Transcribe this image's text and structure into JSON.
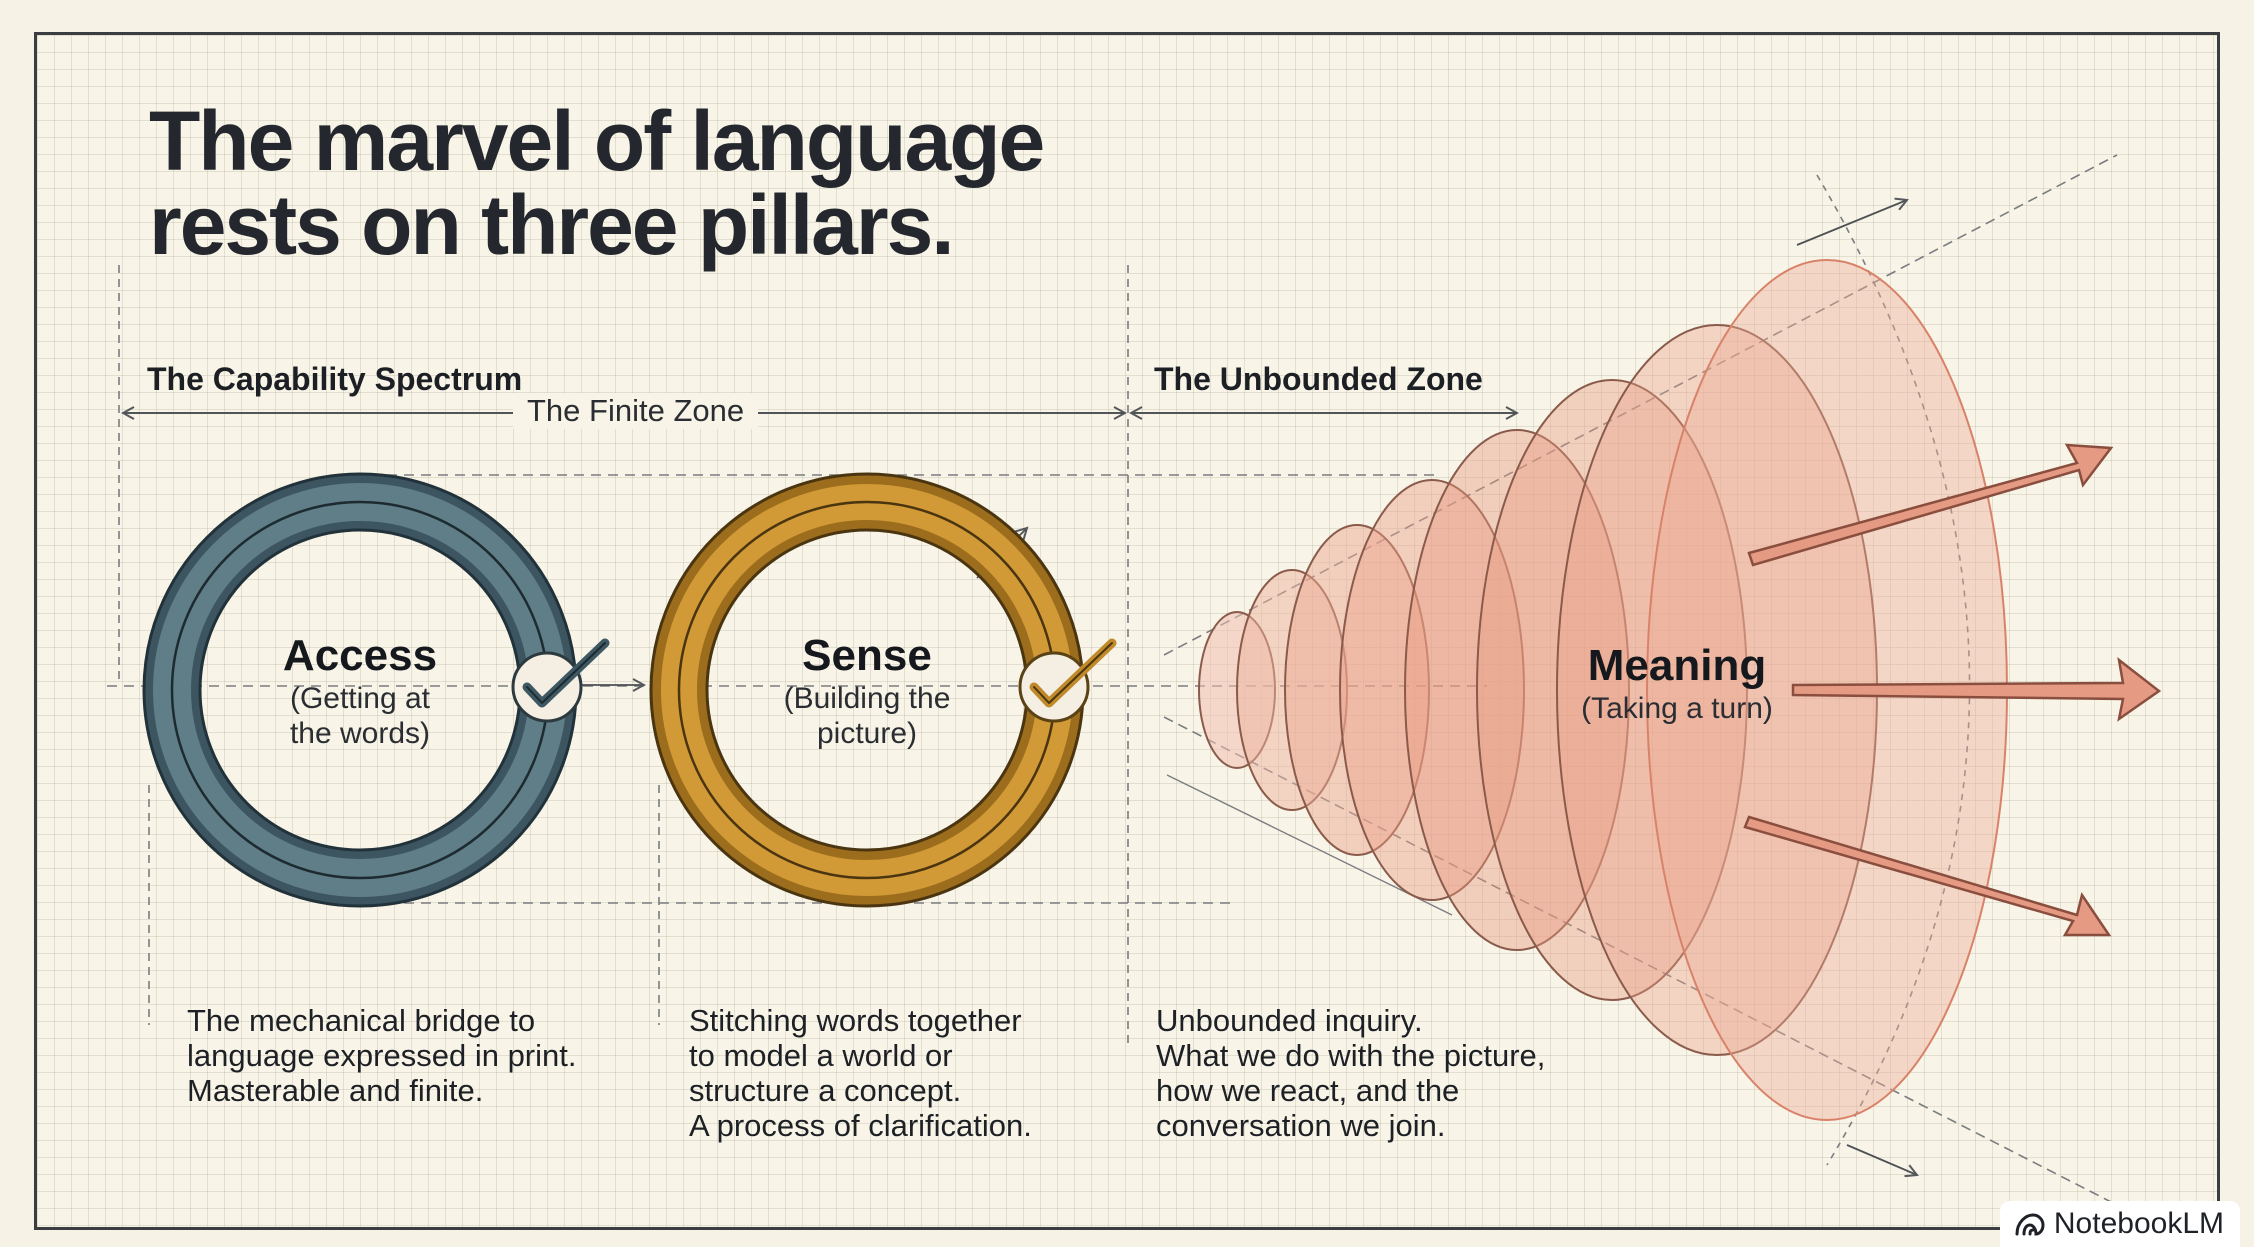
{
  "title": {
    "line1": "The marvel of language",
    "line2": "rests on three pillars."
  },
  "spectrum_label": "The Capability Spectrum",
  "finite_zone_label": "The Finite Zone",
  "unbounded_zone_label": "The Unbounded Zone",
  "pillars": [
    {
      "name": "Access",
      "subtitle_line1": "(Getting at",
      "subtitle_line2": "the words)",
      "color": "#45606a",
      "icon": "check-icon",
      "description": [
        "The mechanical bridge to",
        "language expressed in print.",
        "Masterable and finite."
      ]
    },
    {
      "name": "Sense",
      "subtitle_line1": "(Building the",
      "subtitle_line2": "picture)",
      "color": "#c08a2a",
      "icon": "check-icon",
      "description": [
        "Stitching words together",
        "to model a world or",
        "structure a concept.",
        "A process of clarification."
      ]
    },
    {
      "name": "Meaning",
      "subtitle": "(Taking a turn)",
      "color": "#eba58e",
      "icon": "expanding-cone-icon",
      "description": [
        "Unbounded inquiry.",
        "What we do with the picture,",
        "how we react, and the",
        "conversation we join."
      ]
    }
  ],
  "badge": {
    "icon": "notebooklm-logo-icon",
    "label": "NotebookLM"
  }
}
